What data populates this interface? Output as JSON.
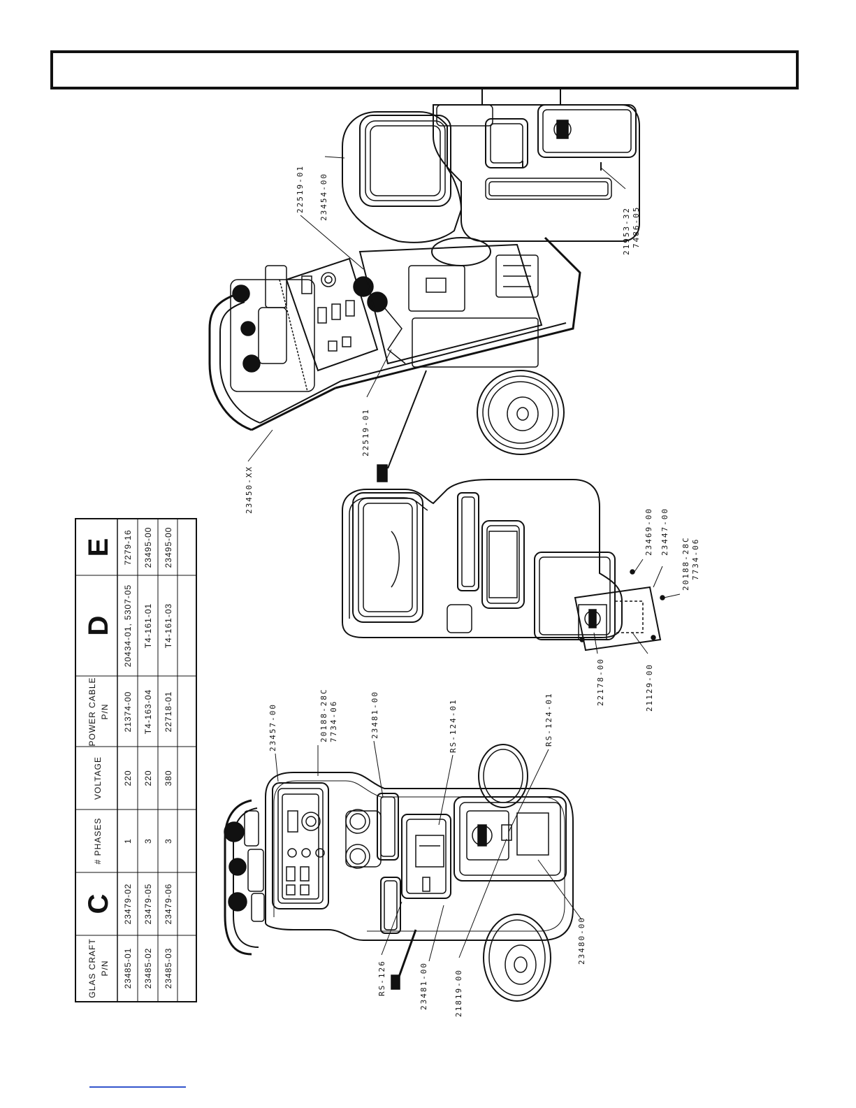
{
  "table": {
    "header": {
      "glas_craft_pn": [
        "GLAS CRAFT",
        "P/N"
      ],
      "c": "C",
      "phases": "# PHASES",
      "voltage": "VOLTAGE",
      "power_cable_pn": [
        "POWER CABLE",
        "P/N"
      ],
      "d": "D",
      "e": "E"
    },
    "rows": [
      {
        "gc": "23485-01",
        "c": "23479-02",
        "phases": "1",
        "voltage": "220",
        "cable": "21374-00",
        "d": "20434-01, 5307-05",
        "e": "7279-16"
      },
      {
        "gc": "23485-02",
        "c": "23479-05",
        "phases": "3",
        "voltage": "220",
        "cable": "T4-163-04",
        "d": "T4-161-01",
        "e": "23495-00"
      },
      {
        "gc": "23485-03",
        "c": "23479-06",
        "phases": "3",
        "voltage": "380",
        "cable": "22718-01",
        "d": "T4-161-03",
        "e": "23495-00"
      }
    ]
  },
  "callouts": {
    "left_view": [
      "23457-00",
      "20188-28C",
      "7734-06",
      "23481-00",
      "RS-124-01",
      "RS-124-01",
      "RS-126",
      "23481-00",
      "21819-00",
      "23480-00"
    ],
    "middle_view": [
      "22178-00",
      "21129-00",
      "23469-00",
      "23447-00",
      "20188-28C",
      "7734-06"
    ],
    "right_view": [
      "23450-XX",
      "22519-01",
      "22519-01",
      "23454-00",
      "21953-32",
      "7486-05"
    ]
  }
}
